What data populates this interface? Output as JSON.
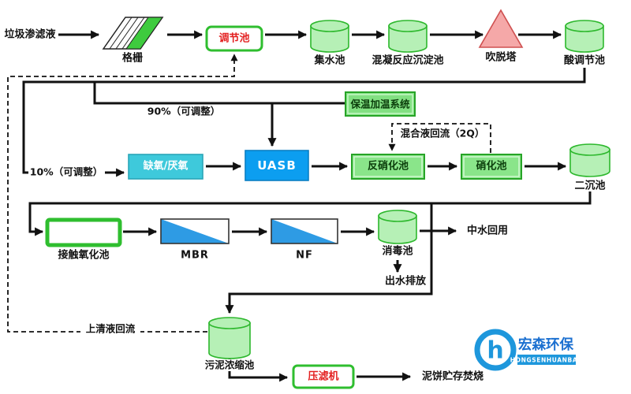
{
  "nodes": {
    "source": "垃圾渗滤液",
    "screen": "格栅",
    "regulating": "调节池",
    "collecting": "集水池",
    "coagulation": "混凝反应沉淀池",
    "stripping": "吹脱塔",
    "acid": "酸调节池",
    "heating": "保温加温系统",
    "anoxic": "缺氧/厌氧",
    "uasb": "UASB",
    "denitrification": "反硝化池",
    "nitrification": "硝化池",
    "clarifier": "二沉池",
    "contact": "接触氧化池",
    "mbr": "MBR",
    "nf": "NF",
    "disinfection": "消毒池",
    "thickener": "污泥浓缩池",
    "press": "压滤机"
  },
  "flow_labels": {
    "p90": "90%（可调整）",
    "p10": "10%（可调整）",
    "mixed_reflux": "混合液回流（2Q）",
    "supernatant_reflux": "上清液回流",
    "reuse": "中水回用",
    "discharge": "出水排放",
    "mudcake": "泥饼贮存焚烧"
  },
  "logo": {
    "mark": "h",
    "cn": "宏森环保",
    "en": "HONGSENHUANBAO"
  },
  "colors": {
    "tank_green_fill": "#b6f0b6",
    "tank_green_border": "#2db82d",
    "accent_green": "#2fbe2f",
    "button_green": "#86e386",
    "anoxic_cyan": "#3ec9db",
    "uasb_blue": "#0c9ef0",
    "membrane_blue": "#2e9be4",
    "cone_pink": "#f5a8a8",
    "red_text": "#e31f1f",
    "line_black": "#111111",
    "logo_blue": "#1e97dc"
  }
}
